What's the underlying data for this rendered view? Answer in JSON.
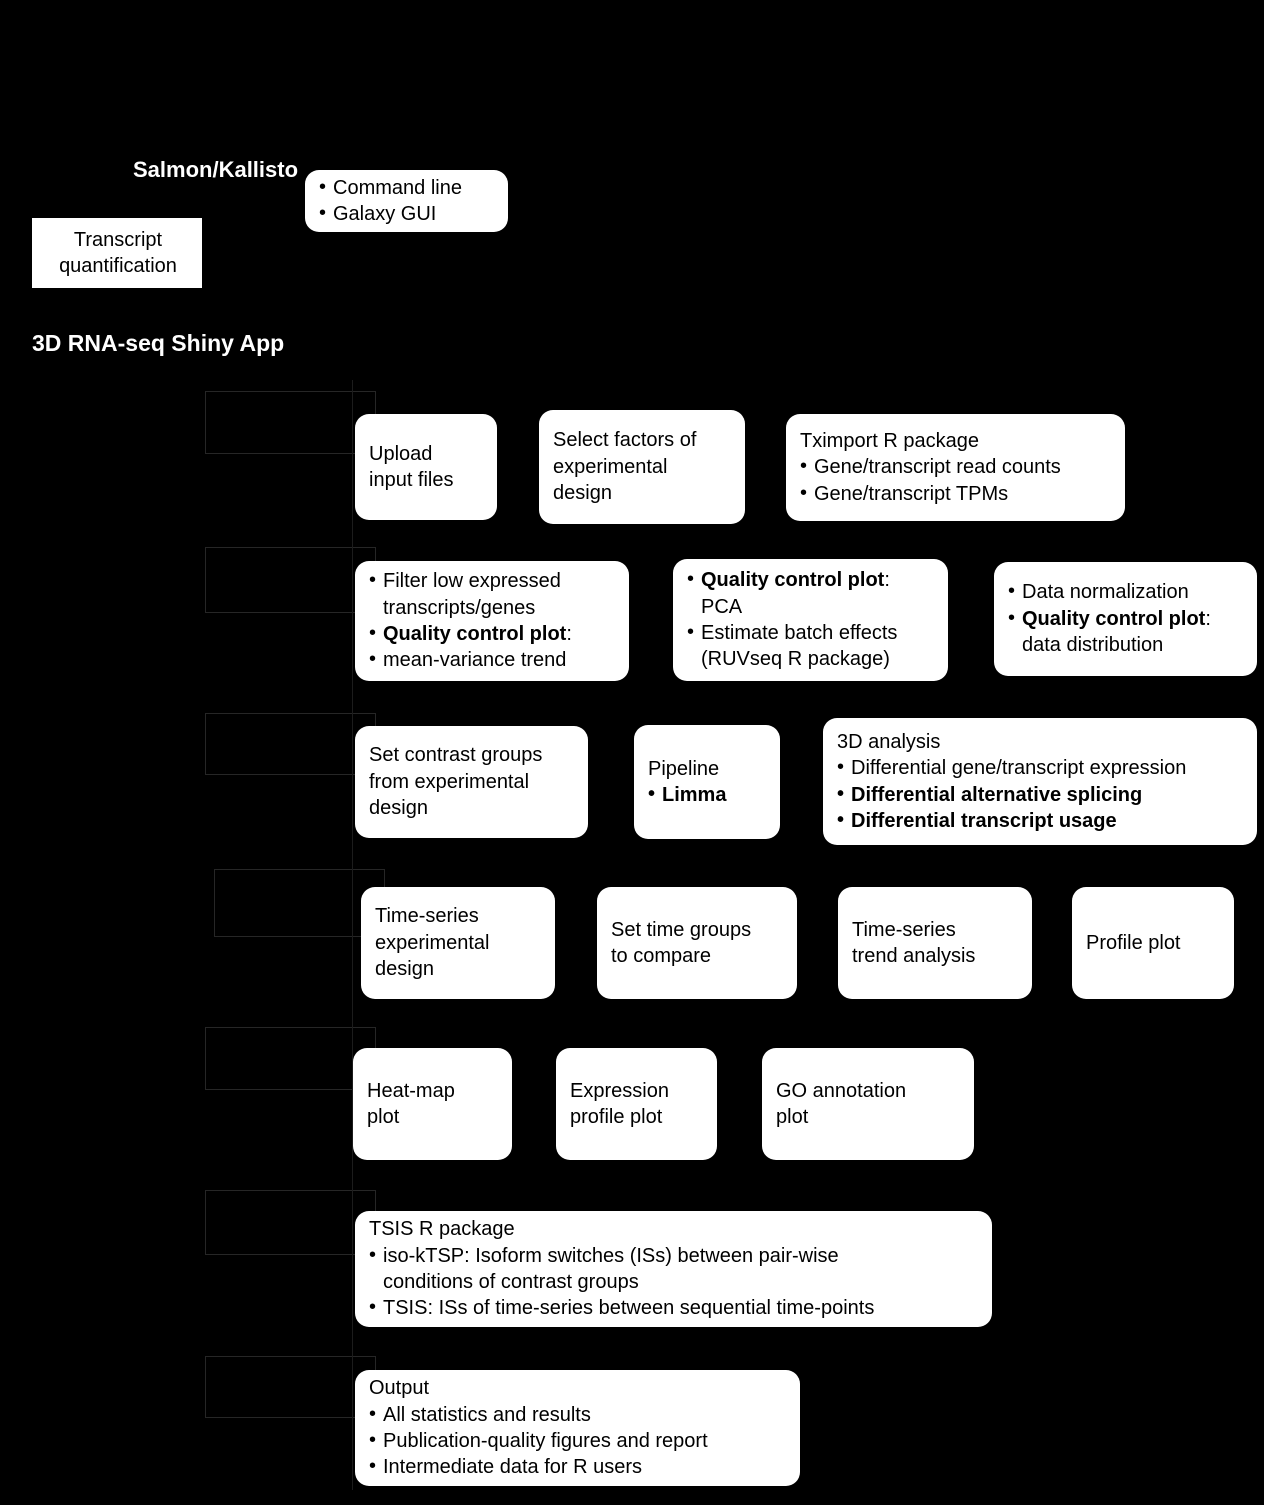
{
  "figure": {
    "headings": {
      "salmon": "Salmon/Kallisto",
      "app": "3D RNA-seq Shiny App"
    },
    "top": {
      "transcript_box": {
        "line1": "Transcript",
        "line2": "quantification"
      },
      "tool_box": {
        "bullets": [
          "Command line",
          "Galaxy GUI"
        ]
      }
    },
    "rows": [
      {
        "boxes": {
          "upload": {
            "line1": "Upload",
            "line2": "input files"
          },
          "select": {
            "line1": "Select factors of",
            "line2": "experimental",
            "line3": "design"
          },
          "tximport": {
            "title": "Tximport R package",
            "bullets": [
              "Gene/transcript read counts",
              "Gene/transcript TPMs"
            ]
          }
        }
      },
      {
        "boxes": {
          "filter": {
            "bullet1a": "Filter low expressed",
            "bullet1b": "transcripts/genes",
            "bullet2_bold": "Quality control plot",
            "bullet2_tail": ":",
            "bullet3": "mean-variance trend"
          },
          "qc_pca": {
            "bullet1_bold": "Quality control plot",
            "bullet1_tail": ":",
            "bullet1b": "PCA",
            "bullet2a": "Estimate batch effects",
            "bullet2b": "(RUVseq R package)"
          },
          "normalization": {
            "bullet1": "Data normalization",
            "bullet2_bold": "Quality control plot",
            "bullet2_tail": ":",
            "bullet2b": "data distribution"
          }
        }
      },
      {
        "boxes": {
          "contrast": {
            "line1": "Set contrast groups",
            "line2": "from experimental",
            "line3": "design"
          },
          "pipeline": {
            "title": "Pipeline",
            "bullet1": "Limma"
          },
          "analysis3d": {
            "title": "3D analysis",
            "bullet1": "Differential gene/transcript expression",
            "bullet2": "Differential alternative splicing",
            "bullet3": "Differential transcript usage"
          }
        }
      },
      {
        "boxes": {
          "ts_design": {
            "line1": "Time-series",
            "line2": "experimental",
            "line3": "design"
          },
          "ts_groups": {
            "line1": "Set time groups",
            "line2": "to compare"
          },
          "ts_trend": {
            "line1": "Time-series",
            "line2": "trend analysis"
          },
          "profile": {
            "line1": "Profile plot"
          }
        }
      },
      {
        "boxes": {
          "heatmap": {
            "line1": "Heat-map",
            "line2": "plot"
          },
          "expression": {
            "line1": "Expression",
            "line2": "profile plot"
          },
          "go": {
            "line1": "GO annotation",
            "line2": "plot"
          }
        }
      },
      {
        "boxes": {
          "tsis": {
            "title": "TSIS R package",
            "bullet1a": "iso-kTSP: Isoform switches (ISs) between pair-wise",
            "bullet1b": "conditions of contrast groups",
            "bullet2": "TSIS: ISs of time-series between sequential time-points"
          }
        }
      },
      {
        "boxes": {
          "output": {
            "title": "Output",
            "bullet1": "All statistics and results",
            "bullet2": "Publication-quality figures and report",
            "bullet3": "Intermediate data for R users"
          }
        }
      }
    ],
    "colors": {
      "background": "#000000",
      "box_fill": "#ffffff",
      "box_text": "#000000",
      "heading_text": "#ffffff",
      "arrow": "#000000",
      "stage_outline": "#262626"
    }
  }
}
